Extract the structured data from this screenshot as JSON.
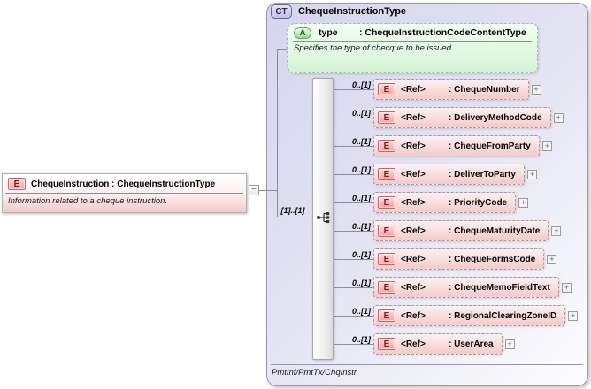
{
  "source": {
    "icon": "E",
    "title": "ChequeInstruction : ChequeInstructionType",
    "annotation": "Information related to a cheque instruction.",
    "collapse_glyph": "−"
  },
  "ct": {
    "icon": "CT",
    "title": "ChequeInstructionType",
    "footer": "PmtInf/PmtTx/ChqInstr",
    "attribute": {
      "icon": "A",
      "name": "type",
      "type": ": ChequeInstructionCodeContentType",
      "annotation": "Specifies the type of checque to be issued."
    },
    "sequence_cardinality": "[1]..[1]",
    "elements": [
      {
        "icon": "E",
        "ref": "<Ref>",
        "type": ": ChequeNumber",
        "cardinality": "0..[1]",
        "expand_glyph": "+"
      },
      {
        "icon": "E",
        "ref": "<Ref>",
        "type": ": DeliveryMethodCode",
        "cardinality": "0..[1]",
        "expand_glyph": "+"
      },
      {
        "icon": "E",
        "ref": "<Ref>",
        "type": ": ChequeFromParty",
        "cardinality": "0..[1]",
        "expand_glyph": "+"
      },
      {
        "icon": "E",
        "ref": "<Ref>",
        "type": ": DeliverToParty",
        "cardinality": "0..[1]",
        "expand_glyph": "+"
      },
      {
        "icon": "E",
        "ref": "<Ref>",
        "type": ": PriorityCode",
        "cardinality": "0..[1]",
        "expand_glyph": "+"
      },
      {
        "icon": "E",
        "ref": "<Ref>",
        "type": ": ChequeMaturityDate",
        "cardinality": "0..[1]",
        "expand_glyph": "+"
      },
      {
        "icon": "E",
        "ref": "<Ref>",
        "type": ": ChequeFormsCode",
        "cardinality": "0..[1]",
        "expand_glyph": "+"
      },
      {
        "icon": "E",
        "ref": "<Ref>",
        "type": ": ChequeMemoFieldText",
        "cardinality": "0..[1]",
        "expand_glyph": "+"
      },
      {
        "icon": "E",
        "ref": "<Ref>",
        "type": ": RegionalClearingZoneID",
        "cardinality": "0..[1]",
        "expand_glyph": "+"
      },
      {
        "icon": "E",
        "ref": "<Ref>",
        "type": ": UserArea",
        "cardinality": "0..[1]",
        "expand_glyph": "+"
      }
    ]
  },
  "colors": {
    "container_fill": "#dcdcf2",
    "element_fill": "#f8d2d2",
    "attribute_fill": "#ddf6dd",
    "connector": "#8c8c9c"
  }
}
